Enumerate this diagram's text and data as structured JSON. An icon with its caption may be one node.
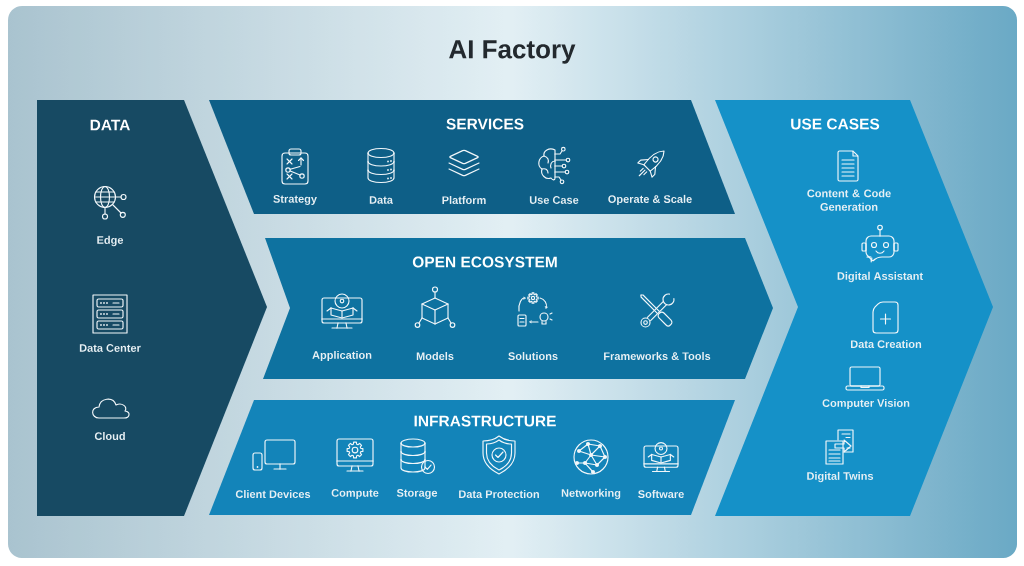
{
  "diagram": {
    "title": "AI Factory",
    "nodes": [
      {
        "text": [
          "DATA",
          "Edge",
          "Data Center",
          "Cloud"
        ]
      },
      {
        "text": [
          "SERVICES",
          "Strategy",
          "Data",
          "Platform",
          "Use Case",
          "Operate & Scale"
        ]
      },
      {
        "text": [
          "OPEN ECOSYSTEM",
          "Application",
          "Models",
          "Solutions",
          "Frameworks & Tools"
        ]
      },
      {
        "text": [
          "INFRASTRUCTURE",
          "Client Devices",
          "Compute",
          "Storage",
          "Data Protection",
          "Networking",
          "Software"
        ]
      },
      {
        "text": [
          "USE CASES",
          "Content & Code Generation",
          "Digital Assistant",
          "Data Creation",
          "Computer Vision",
          "Digital Twins"
        ]
      }
    ]
  }
}
